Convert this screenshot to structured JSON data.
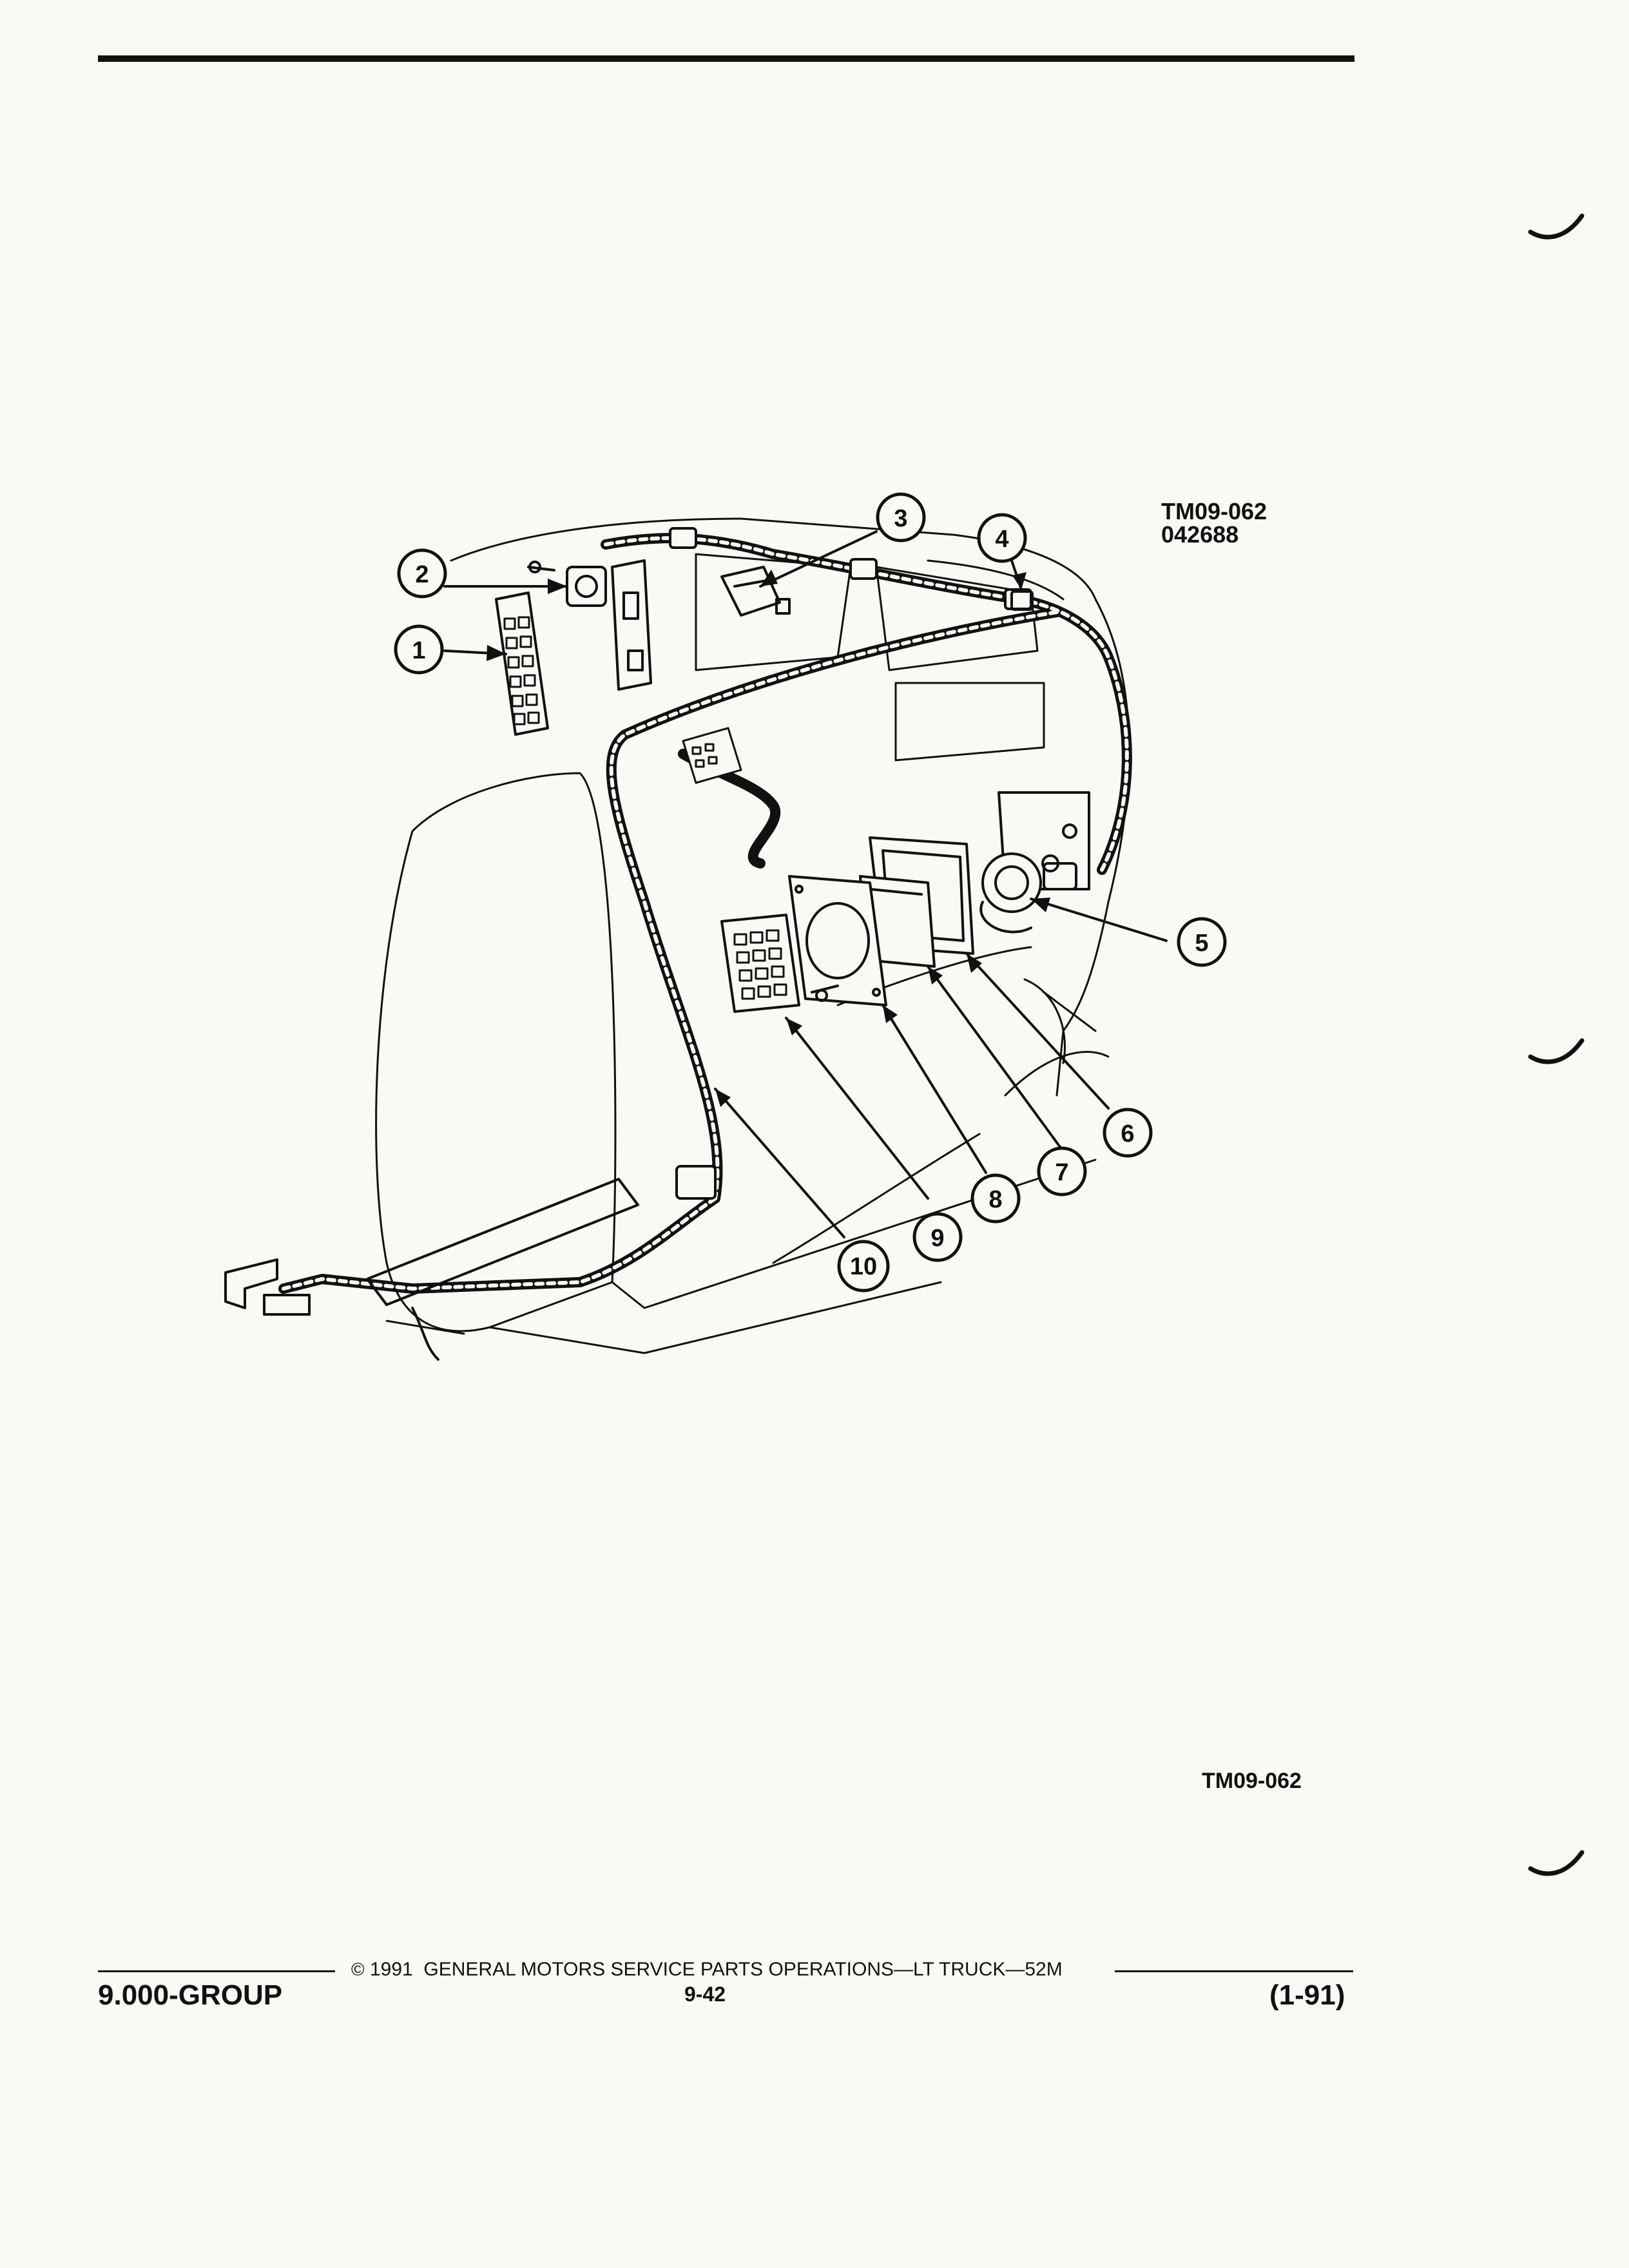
{
  "figure": {
    "id": "TM09-062",
    "code": "042688",
    "bottom_id": "TM09-062",
    "callouts": [
      "1",
      "2",
      "3",
      "4",
      "5",
      "6",
      "7",
      "8",
      "9",
      "10"
    ]
  },
  "footer": {
    "copyright_symbol": "©",
    "copyright": "1991  GENERAL MOTORS SERVICE PARTS OPERATIONS—LT TRUCK—52M",
    "group": "9.000-GROUP",
    "page": "9-42",
    "date": "(1-91)"
  }
}
